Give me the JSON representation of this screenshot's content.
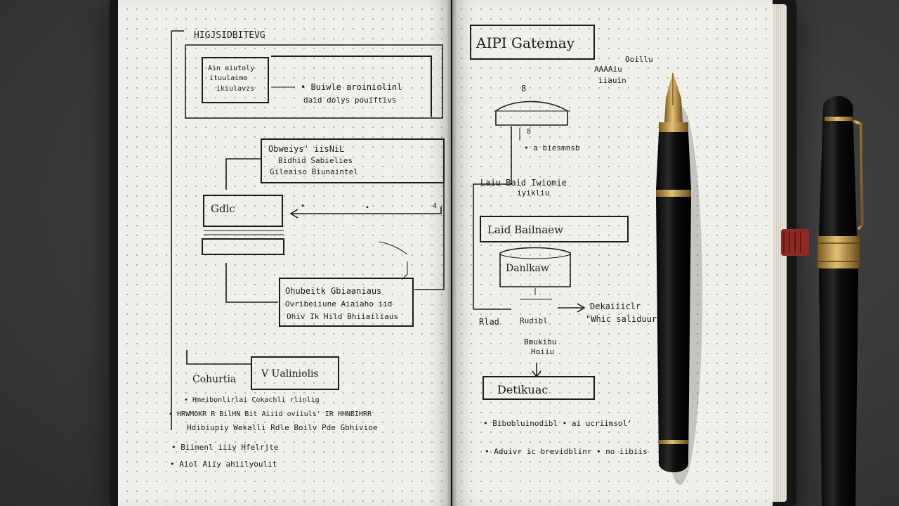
{
  "left_page": {
    "header": "HIGJSIDBITEVG",
    "top_box_lines": [
      "Ain aiutoly",
      "ituulaimo",
      "ikiulavzs"
    ],
    "top_note_lines": [
      "• Buiwle aroiniolinl",
      "daid dolys pouiftivs"
    ],
    "services_box_lines": [
      "Obweiys' iisNiL",
      "Bidhid Sabielies",
      "Gileaiso Biunaintel"
    ],
    "cache_label": "Gdlc",
    "processing_box_lines": [
      "Ohubeitk Gbiaaniaus",
      "Ovribeiiune Aiaiaho iid",
      "Ohiv Ik Hild Bhiiailiaus"
    ],
    "bottom_box_label": "V Ualiniolis",
    "bottom_left_label": "Cohurtia",
    "notes": [
      "• Hmeibonlirlai Cokachli rlinlig",
      "• HRWMOKR R BilHN Bit Aiiid oviiuls' IR HHNBIHRR",
      "Hdibiupiy Wekalli Rdle Boilv Pde Gbhivioe",
      "• Biimenl iiiy Hfelrjte",
      "• Aiol Aiiy ahiilyoulit"
    ]
  },
  "right_page": {
    "title": "AIPI Gatemay",
    "top_notes": [
      "Ooillu",
      "AAAAiu",
      "iiauin"
    ],
    "arrow_note_1": "• a biesmnsb",
    "note_pair": [
      "Laiu Baid Iwiomie",
      "iyikliu"
    ],
    "load_balancer_label": "Laid Bailnaew",
    "database_label": "Danlkaw",
    "side_notes": [
      "Dekaiiiclr",
      "\"Whic saliduurs"
    ],
    "flow_labels": [
      "Rlad",
      "Rudibl",
      "Bmukihu",
      "Hoiiu"
    ],
    "destination_label": "Detikuac",
    "footer_notes": [
      "• Bibobluinodibl • ai ucriimsol'",
      "• Aduivr ic brevidblinr • no iibiis"
    ]
  },
  "colors": {
    "paper": "#f1efe9",
    "ink": "#1b1b1b",
    "pen_body": "#0f0f0f",
    "gold": "#c9a04a",
    "bookmark": "#8e2a24"
  },
  "icons": [
    "fountain-pen-icon",
    "capped-pen-icon"
  ]
}
